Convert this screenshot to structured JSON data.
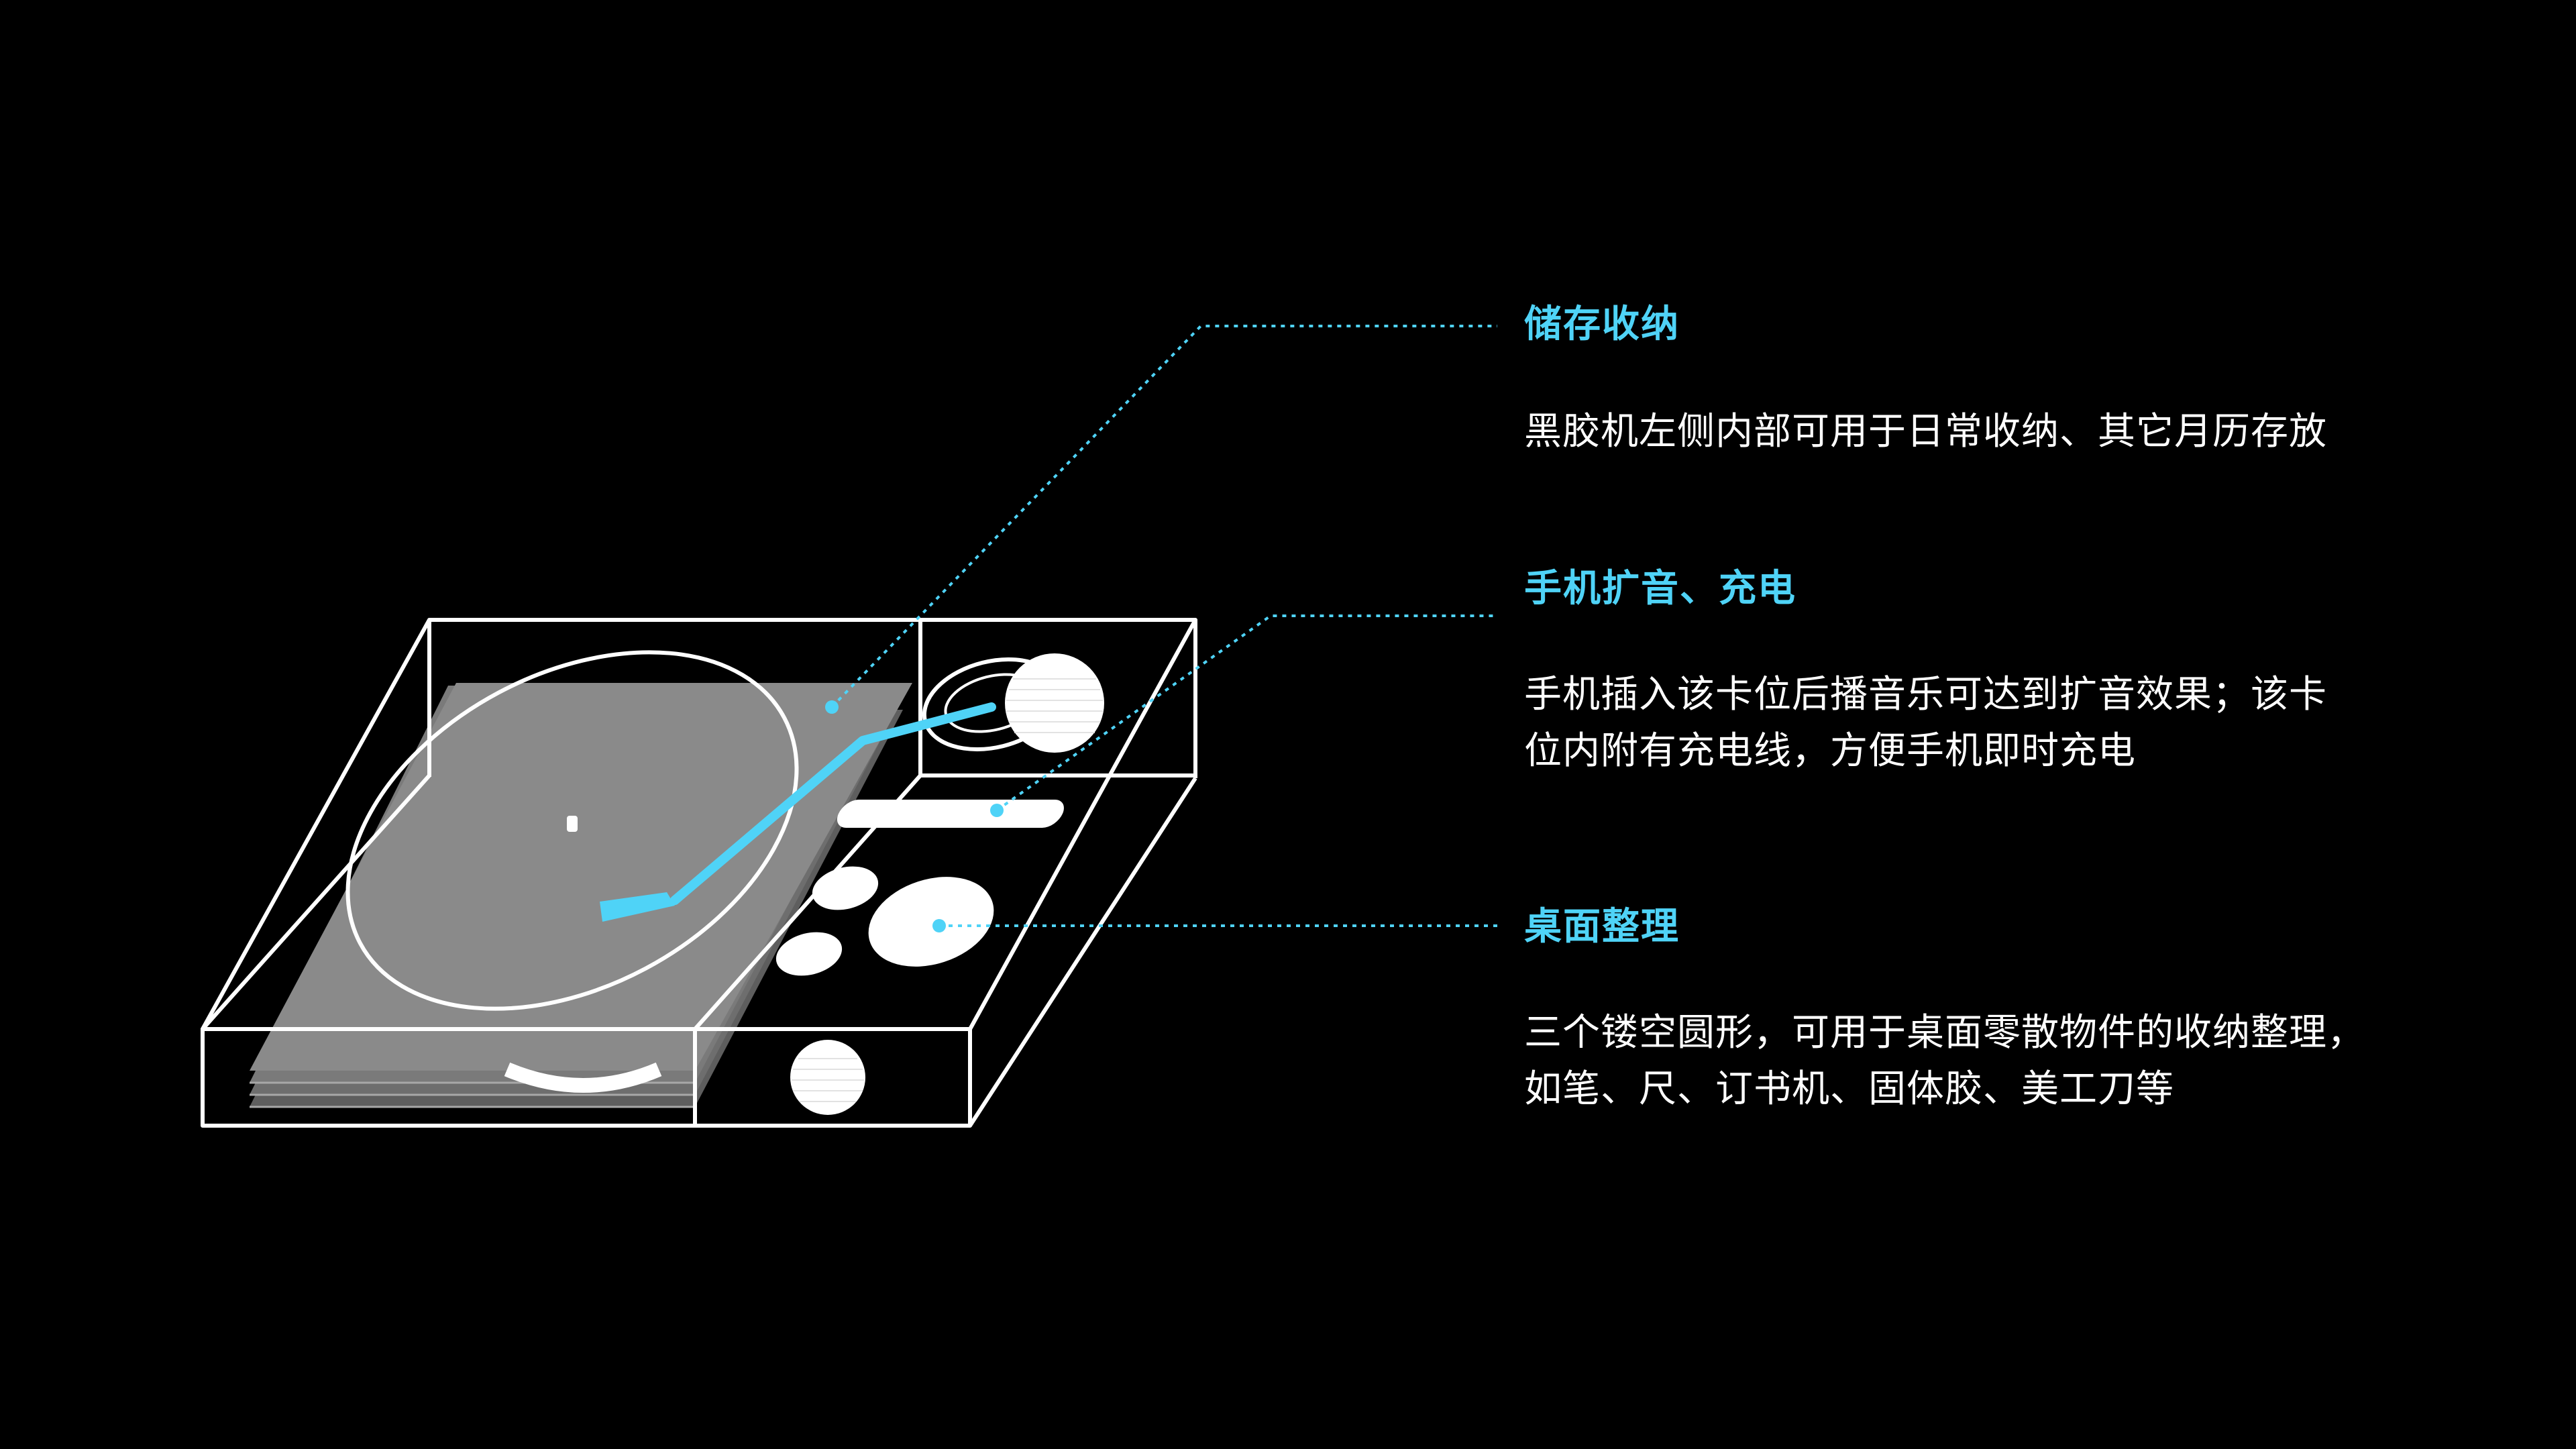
{
  "colors": {
    "background": "#000000",
    "accent": "#4fd3f7",
    "outline": "#ffffff",
    "record": "#8a8a8a",
    "text": "#ffffff"
  },
  "features": [
    {
      "id": "storage",
      "title": "储存收纳",
      "desc_lines": [
        "黑胶机左侧内部可用于日常收纳、其它月历存放"
      ]
    },
    {
      "id": "phone",
      "title": "手机扩音、充电",
      "desc_lines": [
        "手机插入该卡位后播音乐可达到扩音效果；该卡",
        "位内附有充电线，方便手机即时充电"
      ]
    },
    {
      "id": "desk",
      "title": "桌面整理",
      "desc_lines": [
        "三个镂空圆形，可用于桌面零散物件的收纳整理，",
        "如笔、尺、订书机、固体胶、美工刀等"
      ]
    }
  ]
}
